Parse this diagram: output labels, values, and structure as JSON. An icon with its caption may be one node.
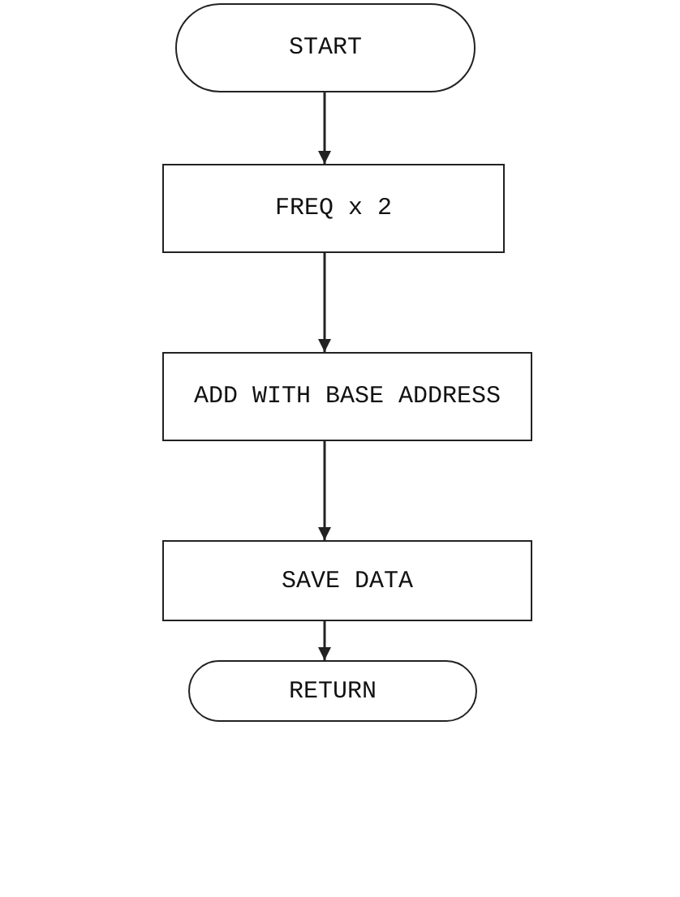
{
  "diagram": {
    "nodes": [
      {
        "text": [
          "START"
        ]
      },
      {
        "text": [
          "FREQ x 2"
        ]
      },
      {
        "text": [
          "ADD WITH BASE ADDRESS"
        ]
      },
      {
        "text": [
          "SAVE DATA"
        ]
      },
      {
        "text": [
          "RETURN"
        ]
      }
    ],
    "edges": [
      {
        "from": 0,
        "to": 1,
        "arrow": "to"
      },
      {
        "from": 1,
        "to": 2,
        "arrow": "to"
      },
      {
        "from": 2,
        "to": 3,
        "arrow": "to"
      },
      {
        "from": 3,
        "to": 4,
        "arrow": "to"
      }
    ]
  }
}
